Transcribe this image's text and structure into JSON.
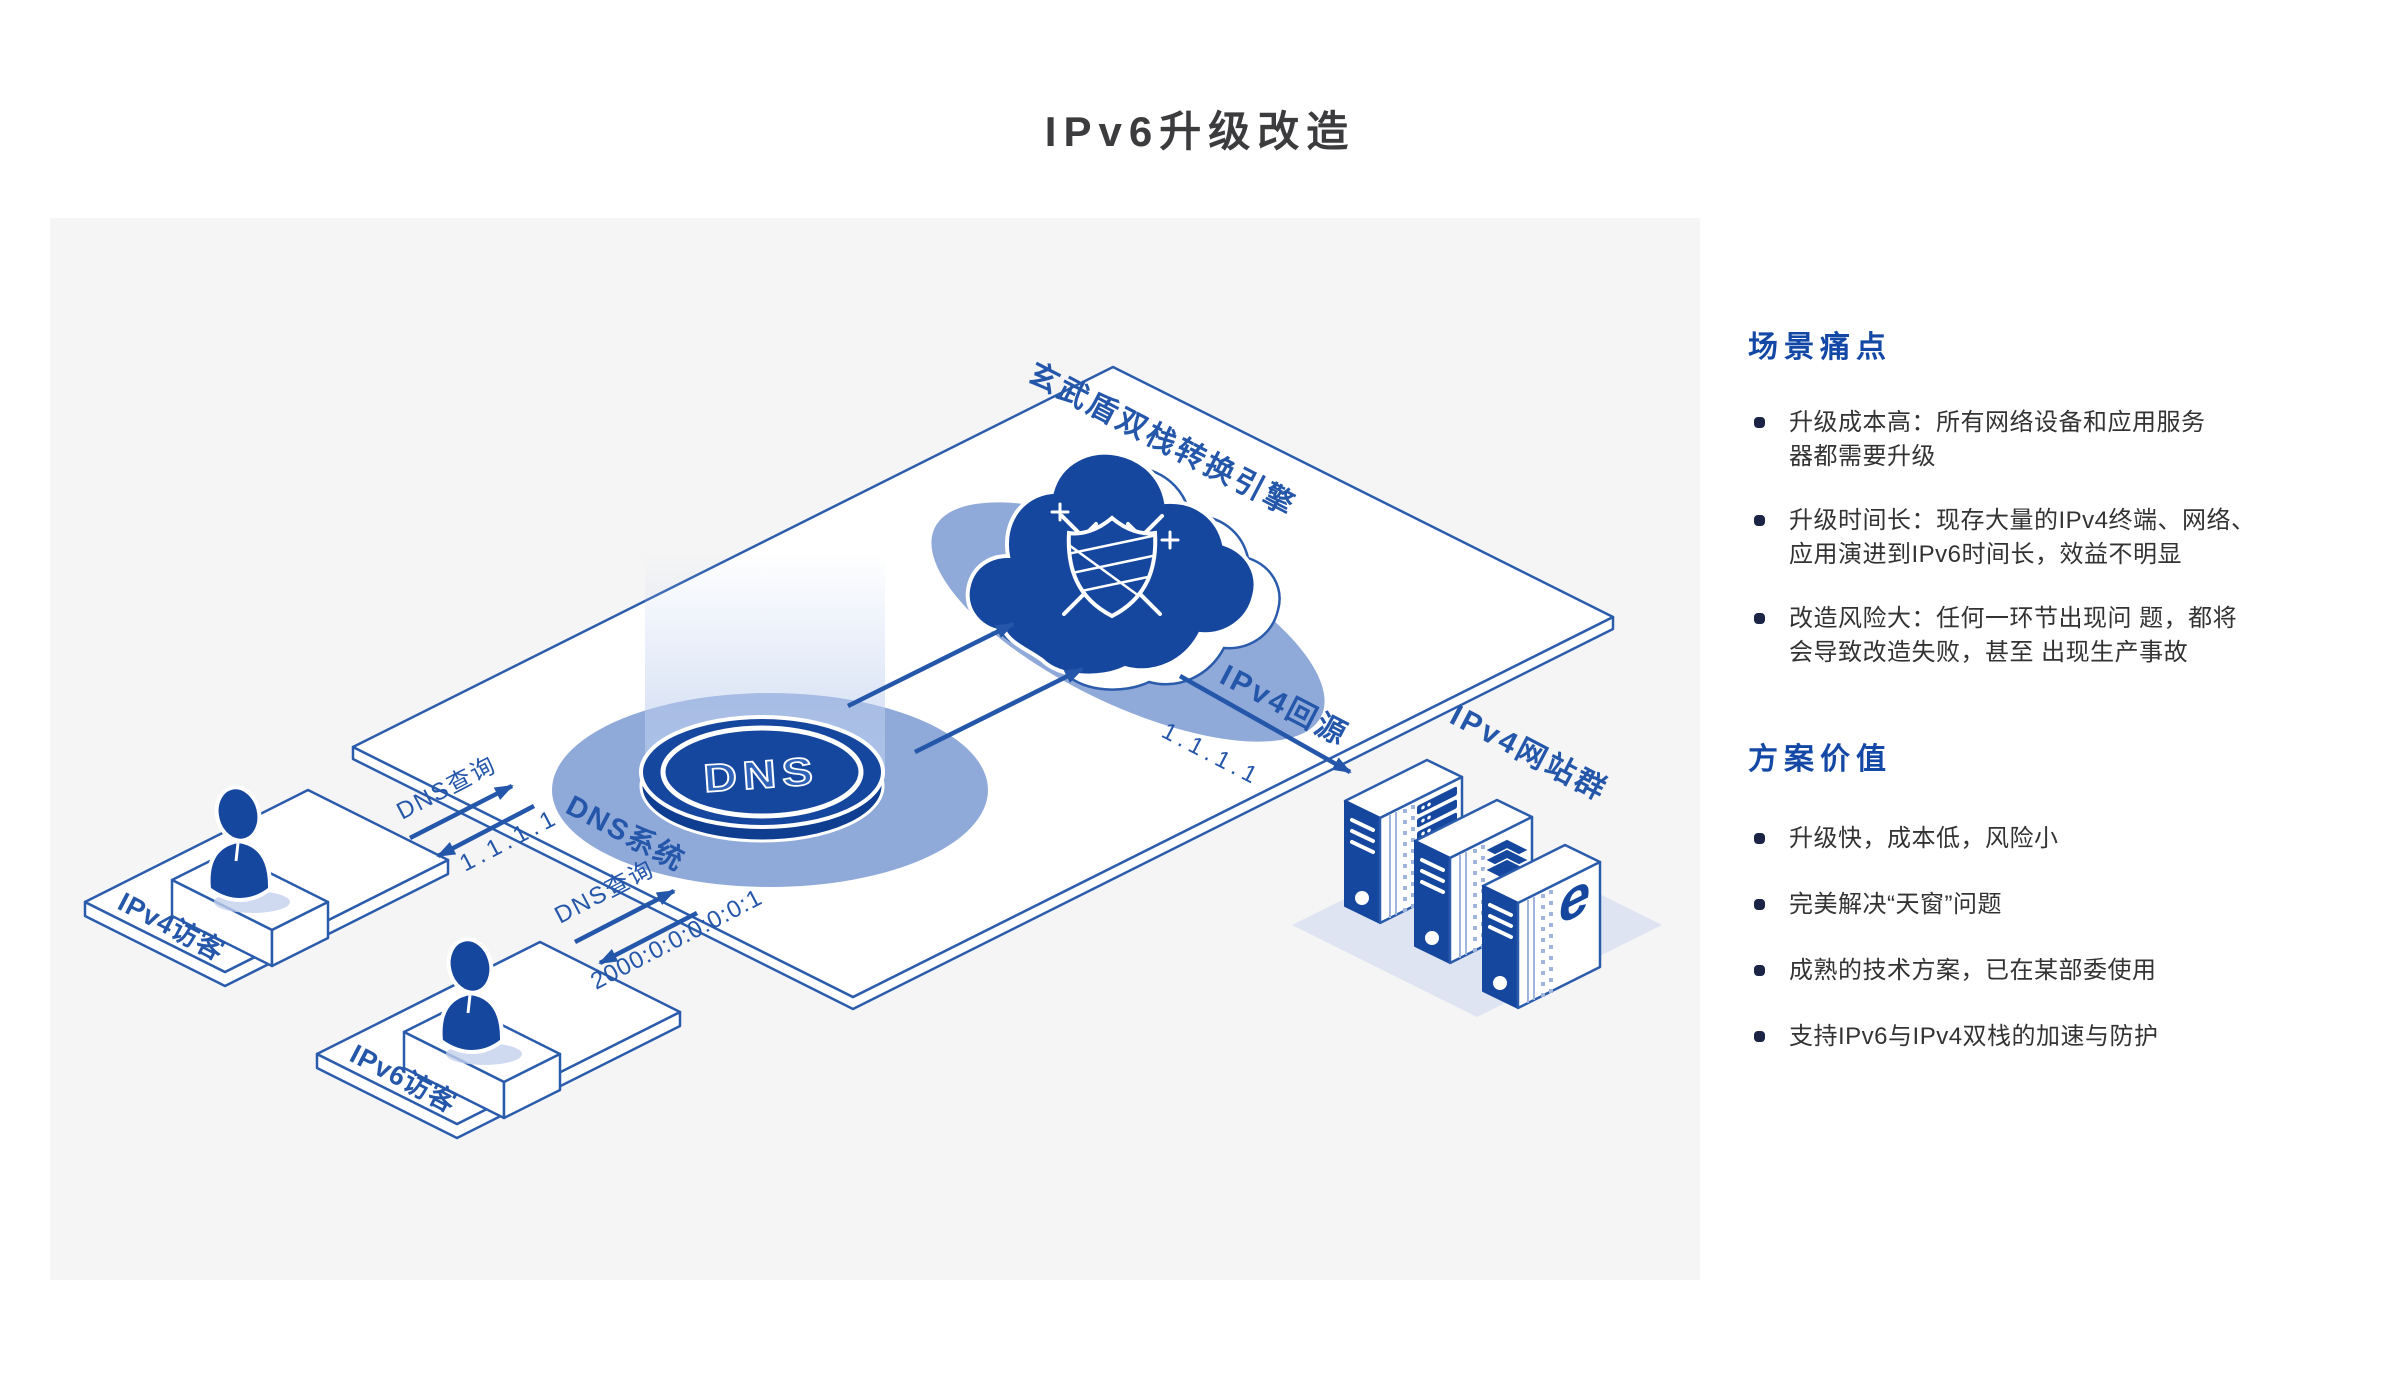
{
  "title": "IPv6升级改造",
  "colors": {
    "primary": "#16479e",
    "line": "#2456aa",
    "stroke": "#2b5cac",
    "halo": "#8fa9d9",
    "panel_bg": "#f5f5f5",
    "heading": "#1448a6",
    "title_color": "#3c3c3e",
    "body_text": "#333333",
    "bullet_dot": "#1b2445",
    "server_shadow": "#dfe4f2"
  },
  "diagram": {
    "engine_label": "玄武盾双栈转换引擎",
    "dns": {
      "disc_text": "DNS",
      "system_label": "DNS系统"
    },
    "visitors": {
      "ipv4": {
        "label": "IPv4访客",
        "query_label": "DNS查询",
        "response": "1.1.1.1"
      },
      "ipv6": {
        "label": "IPv6访客",
        "query_label": "DNS查询",
        "response": "2000:0:0:0:0:0:1"
      }
    },
    "origin": {
      "label": "IPv4回源",
      "ip": "1.1.1.1"
    },
    "cluster": {
      "label": "IPv4网站群",
      "ie_logo": "e"
    }
  },
  "panels": {
    "pain": {
      "heading": "场景痛点",
      "items": [
        "升级成本高：所有网络设备和应用服务\n器都需要升级",
        "升级时间长：现存大量的IPv4终端、网络、\n应用演进到IPv6时间长，效益不明显",
        "改造风险大：任何一环节出现问 题，都将\n会导致改造失败，甚至 出现生产事故"
      ]
    },
    "value": {
      "heading": "方案价值",
      "items": [
        "升级快，成本低，风险小",
        "完美解决“天窗”问题",
        "成熟的技术方案，已在某部委使用",
        "支持IPv6与IPv4双栈的加速与防护"
      ]
    }
  }
}
